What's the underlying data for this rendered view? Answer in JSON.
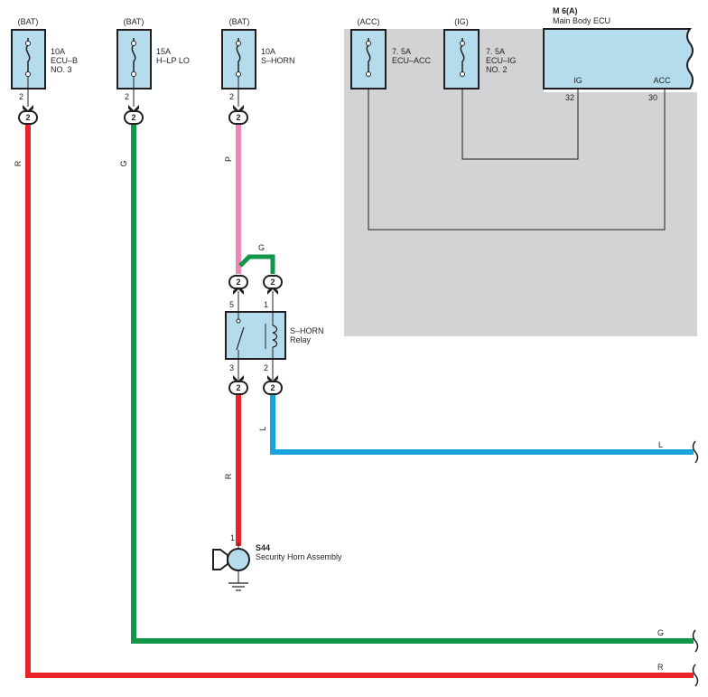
{
  "colors": {
    "red": "#e8232a",
    "green": "#12964a",
    "pink": "#ec86b8",
    "blue": "#1aa4de",
    "gray_area": "#d2d3d5",
    "ecu_fill": "#b4dced",
    "relay_fill": "#b4dced",
    "fuse_fill": "#b4dced"
  },
  "fuses": [
    {
      "source": "(BAT)",
      "rating": "10A",
      "name": "ECU–B",
      "name2": "NO. 3",
      "pin": "2",
      "connector": "2"
    },
    {
      "source": "(BAT)",
      "rating": "15A",
      "name": "H–LP LO",
      "name2": "",
      "pin": "2",
      "connector": "2"
    },
    {
      "source": "(BAT)",
      "rating": "10A",
      "name": "S–HORN",
      "name2": "",
      "pin": "2",
      "connector": "2"
    },
    {
      "source": "(ACC)",
      "rating": "7. 5A",
      "name": "ECU–ACC",
      "name2": ""
    },
    {
      "source": "(IG)",
      "rating": "7. 5A",
      "name": "ECU–IG",
      "name2": "NO. 2"
    }
  ],
  "ecu": {
    "code": "M 6(A)",
    "name": "Main Body ECU",
    "terminals": [
      {
        "label": "IG",
        "pin": "32"
      },
      {
        "label": "ACC",
        "pin": "30"
      }
    ]
  },
  "relay": {
    "name": "S–HORN",
    "name2": "Relay",
    "pins": {
      "top_left": "5",
      "top_right": "1",
      "bottom_left": "3",
      "bottom_right": "2"
    },
    "connectors": {
      "top_left": "2",
      "top_right": "2",
      "bottom_left": "2",
      "bottom_right": "2"
    }
  },
  "wires": {
    "red_left": "R",
    "green_left": "G",
    "pink": "P",
    "green_jumper": "G",
    "red_horn": "R",
    "blue": "L",
    "blue_end": "L",
    "green_end": "G",
    "red_end": "R"
  },
  "horn": {
    "code": "S44",
    "name": "Security Horn Assembly",
    "pin": "1"
  }
}
